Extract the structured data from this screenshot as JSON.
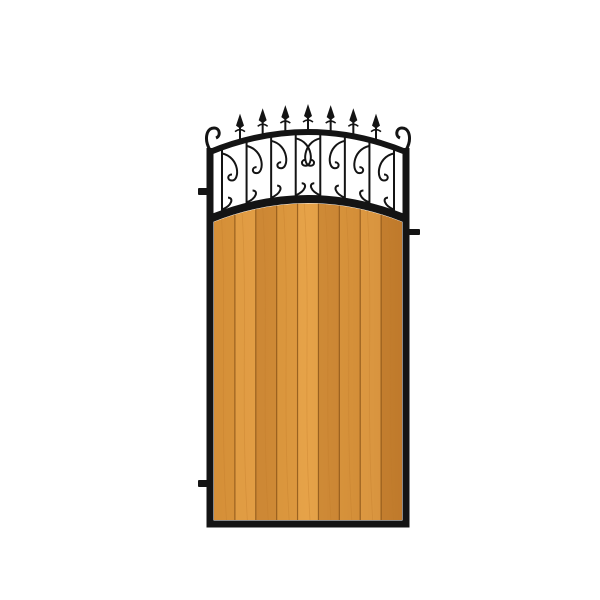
{
  "image": {
    "subject": "garden-gate",
    "colors": {
      "background": "#ffffff",
      "iron": "#141414",
      "iron_highlight": "#3a3a3a",
      "wood_light": "#e6a348",
      "wood_mid": "#d58f38",
      "wood_dark": "#c07a2c",
      "plank_seam": "#8a5418"
    },
    "features": {
      "plank_count": 9,
      "spear_finial_count": 7,
      "scroll_bar_count": 8,
      "hinge_count": 2,
      "latch_count": 1
    }
  }
}
